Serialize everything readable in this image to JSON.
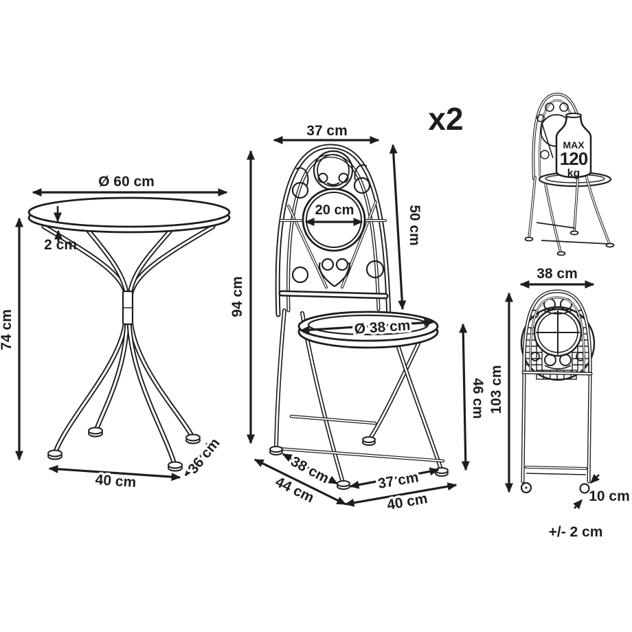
{
  "colors": {
    "ink": "#1d1d1b",
    "background": "#ffffff"
  },
  "tolerance": "+/- 2 cm",
  "table": {
    "diameter": "Ø 60 cm",
    "top_thickness": "2 cm",
    "height": "74 cm",
    "base_width": "40 cm",
    "base_depth": "36 cm"
  },
  "chair": {
    "quantity": "x2",
    "backrest_width": "37 cm",
    "backrest_height": "50 cm",
    "total_height": "94 cm",
    "backrest_circle_diameter": "20 cm",
    "seat_diameter": "Ø 38 cm",
    "seat_height": "46 cm",
    "base_depth": "38 cm",
    "total_depth": "44 cm",
    "base_width": "37 cm",
    "total_width": "40 cm"
  },
  "max_load": {
    "line1": "MAX",
    "line2": "120",
    "line3": "kg"
  },
  "folded_chair": {
    "width": "38 cm",
    "height": "103 cm",
    "depth": "10 cm"
  }
}
